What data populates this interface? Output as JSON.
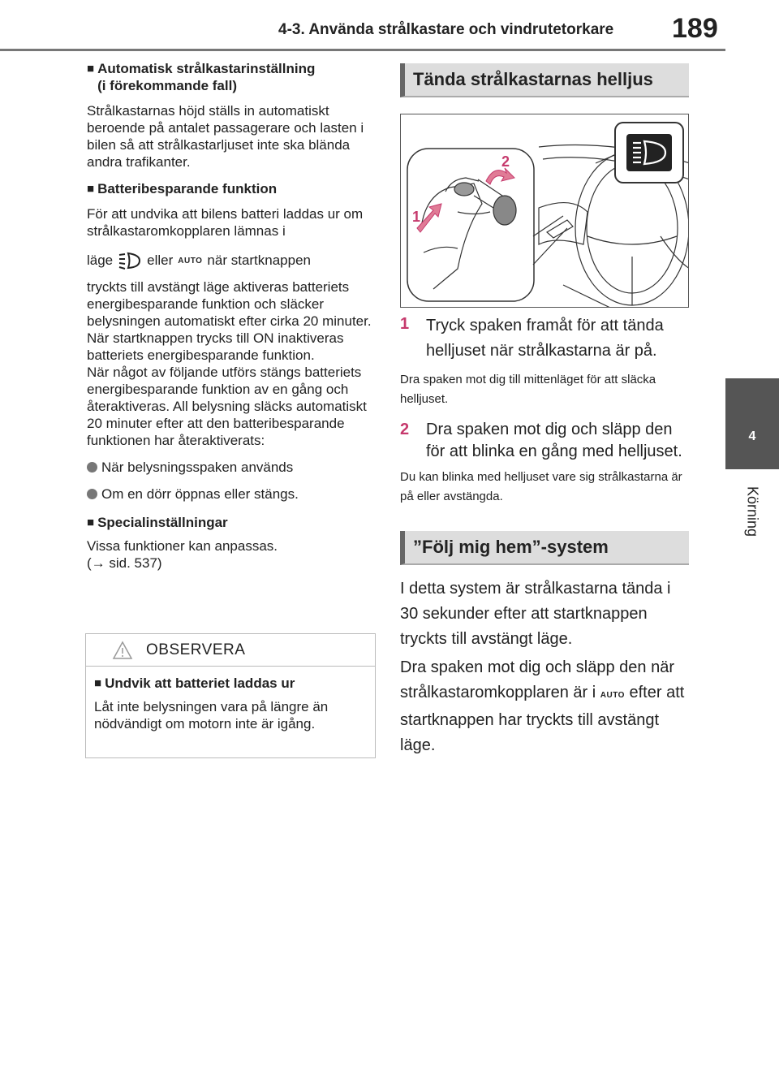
{
  "header": {
    "section_title": "4-3. Använda strålkastare och vindrutetorkare",
    "page_number": "189"
  },
  "side_tab": {
    "chapter_number": "4",
    "chapter_label": "Körning"
  },
  "left": {
    "auto_heading_line1": "Automatisk strålkastarinställning",
    "auto_heading_line2": "(i förekommande fall)",
    "auto_text": "Strålkastarnas höjd ställs in automatiskt beroende på antalet passagerare och lasten i bilen så att strålkastarljuset inte ska blända andra trafikanter.",
    "battery_heading": "Batteribesparande funktion",
    "battery_text1": "För att undvika att bilens batteri laddas ur om strålkastaromkopplaren lämnas i",
    "battery_inline_pre": "läge",
    "battery_inline_mid": "eller",
    "battery_inline_post": "när startknappen",
    "battery_text2": "tryckts till avstängt läge aktiveras batteriets energibesparande funktion och släcker belysningen automatiskt efter cirka 20 minuter. När startknappen trycks till ON inaktiveras batteriets energibesparande funktion.",
    "battery_text3": "När något av följande utförs stängs batteriets energibesparande funktion av en gång och återaktiveras. All belysning släcks automatiskt 20 minuter efter att den batteribesparande funktionen har återaktiverats:",
    "circle_items": [
      "När belysningsspaken används",
      "Om en dörr öppnas eller stängs."
    ],
    "special_heading": "Specialinställningar",
    "special_text": "Vissa funktioner kan anpassas.",
    "special_ref": "(→ sid. 537)"
  },
  "observera": {
    "title": "OBSERVERA",
    "heading": "Undvik att batteriet laddas ur",
    "text": "Låt inte belysningen vara på längre än nödvändigt om motorn inte är igång."
  },
  "right": {
    "highbeam_heading": "Tända strålkastarnas helljus",
    "illus_labels": [
      "1",
      "2"
    ],
    "step1_num": "1",
    "step1_text": "Tryck spaken framåt för att tända helljuset när strålkastarna är på.",
    "step1_note": "Dra spaken mot dig till mittenläget för att släcka helljuset.",
    "step2_num": "2",
    "step2_text": "Dra spaken mot dig och släpp den för att blinka en gång med helljuset.",
    "step2_note": "Du kan blinka med helljuset vare sig strålkastarna är på eller avstängda.",
    "follow_heading": "”Följ mig hem”-system",
    "follow_text1": "I detta system är strålkastarna tända i 30 sekunder efter att startknappen tryckts till avstängt läge.",
    "follow_text2_pre": "Dra spaken mot dig och släpp den när strålkastaromkopplaren är i",
    "follow_text2_post": "efter att startknappen har tryckts till avstängt läge."
  },
  "icons": {
    "auto": "AUTO",
    "accent_color": "#c63a6d"
  }
}
